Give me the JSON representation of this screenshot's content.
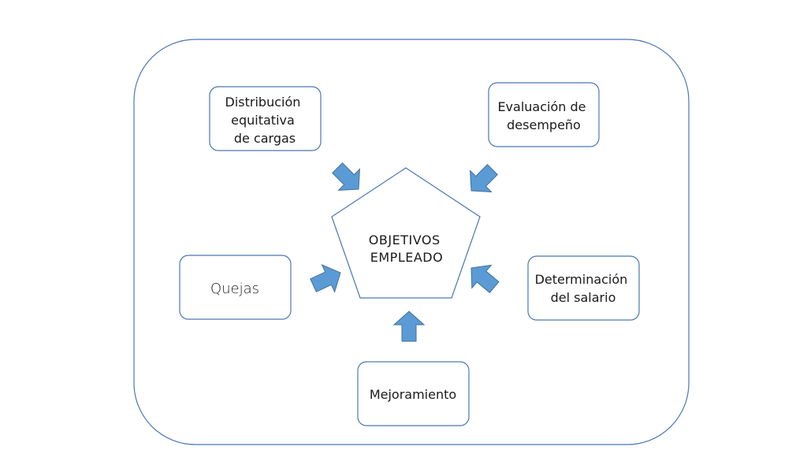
{
  "colors": {
    "stroke": "#4a78b5",
    "arrow_fill": "#5b9bd5",
    "arrow_stroke": "#41719c",
    "text": "#1a1a1a",
    "background": "#ffffff"
  },
  "center": {
    "lines": [
      "OBJETIVOS",
      "EMPLEADO"
    ]
  },
  "boxes": {
    "distribucion": {
      "lines": [
        "Distribución",
        "equitativa",
        "de cargas"
      ]
    },
    "evaluacion": {
      "lines": [
        "Evaluación de",
        "desempeño"
      ]
    },
    "quejas": {
      "lines": [
        "Quejas"
      ]
    },
    "determinacion": {
      "lines": [
        "Determinación",
        "del salario"
      ]
    },
    "mejoramiento": {
      "lines": [
        "Mejoramiento"
      ]
    }
  }
}
